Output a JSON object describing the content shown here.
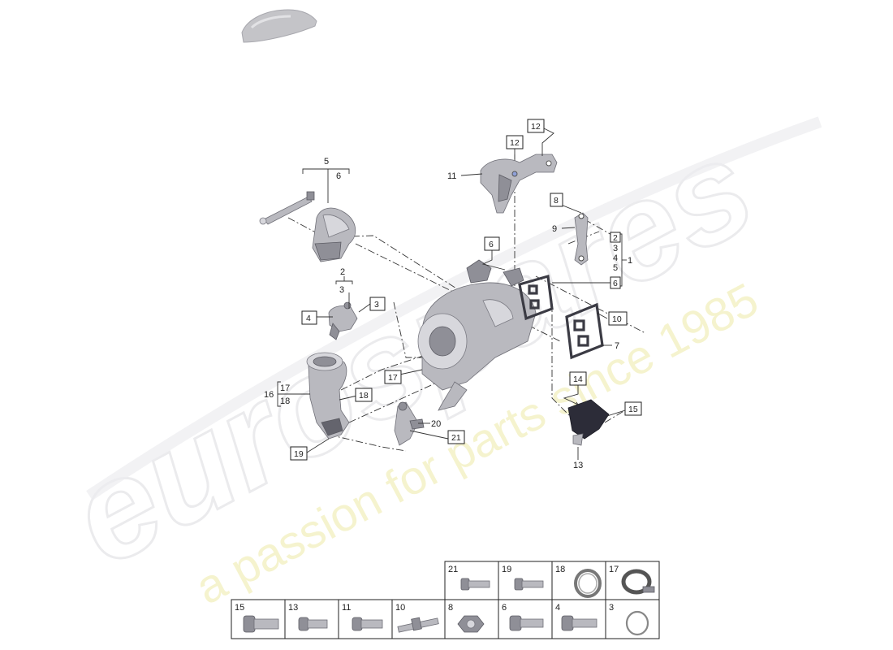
{
  "watermark": {
    "brand": "eurospares",
    "tagline": "a passion for parts since 1985"
  },
  "callouts": {
    "c1": "1",
    "c2a": "2",
    "c2b": "2",
    "c3a": "3",
    "c3b": "3",
    "c3box": "3",
    "c4a": "4",
    "c4box": "4",
    "c5a": "5",
    "c5b": "5",
    "c6a": "6",
    "c6b": "6",
    "c6box": "6",
    "c7": "7",
    "c8box": "8",
    "c9": "9",
    "c10box": "10",
    "c11": "11",
    "c12boxA": "12",
    "c12boxB": "12",
    "c13": "13",
    "c14box": "14",
    "c15box": "15",
    "c16": "16",
    "c17a": "17",
    "c17box": "17",
    "c18a": "18",
    "c18box": "18",
    "c19box": "19",
    "c20": "20",
    "c21box": "21"
  },
  "parts_grid": {
    "top_row": [
      "21",
      "19",
      "18",
      "17"
    ],
    "bottom_row": [
      "15",
      "13",
      "11",
      "10",
      "8",
      "6",
      "4",
      "3"
    ]
  }
}
